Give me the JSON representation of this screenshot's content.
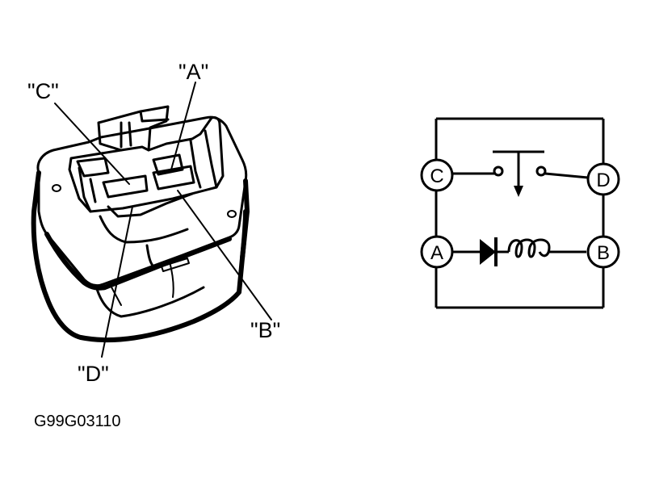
{
  "relay_drawing": {
    "callouts": {
      "a": "\"A\"",
      "b": "\"B\"",
      "c": "\"C\"",
      "d": "\"D\""
    }
  },
  "schematic": {
    "terminals": {
      "a": "A",
      "b": "B",
      "c": "C",
      "d": "D"
    }
  },
  "figure_code": "G99G03110",
  "colors": {
    "line": "#000000",
    "background": "#ffffff"
  }
}
